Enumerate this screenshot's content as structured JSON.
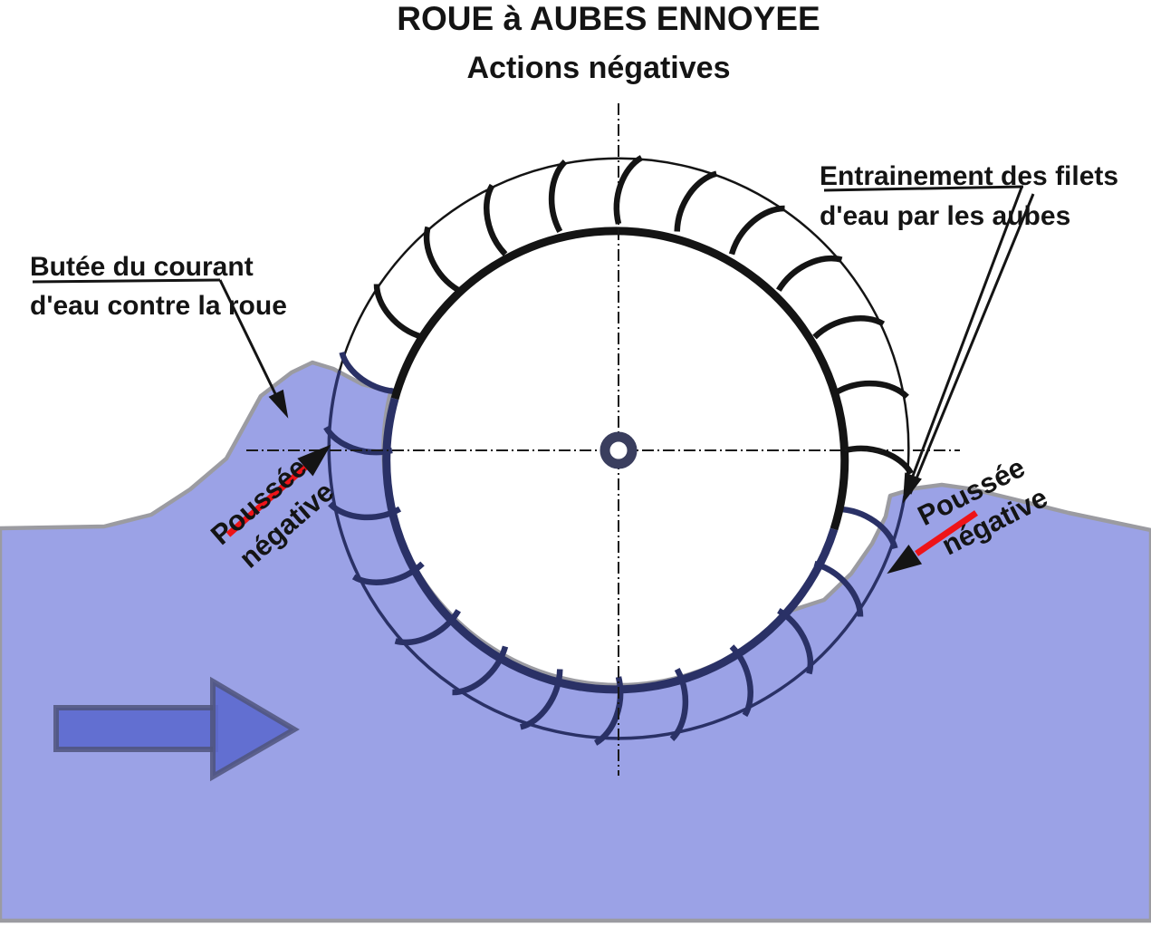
{
  "title": {
    "main": "ROUE à AUBES ENNOYEE",
    "subtitle": "Actions négatives"
  },
  "annotations": {
    "entrainement": {
      "line1": "Entrainement des filets",
      "line2": "d'eau par les aubes"
    },
    "butee": {
      "line1": "Butée du courant",
      "line2": "d'eau contre la roue"
    },
    "poussee_left": {
      "line1": "Poussée",
      "line2": "négative"
    },
    "poussee_right": {
      "line1": "Poussée",
      "line2": "négative"
    }
  },
  "wheel": {
    "blade_count": 24,
    "submerged_start_deg": 165,
    "submerged_end_deg": 345
  },
  "colors": {
    "ink": "#141414",
    "water_fill": "#9ba2e6",
    "water_edge": "#9b9ba1",
    "submerged_stroke": "#2a3166",
    "hub": "#3a3e5e",
    "red_arrow": "#ee1418",
    "flow_arrow_fill": "#5c69ce",
    "flow_arrow_edge": "#50557b"
  }
}
